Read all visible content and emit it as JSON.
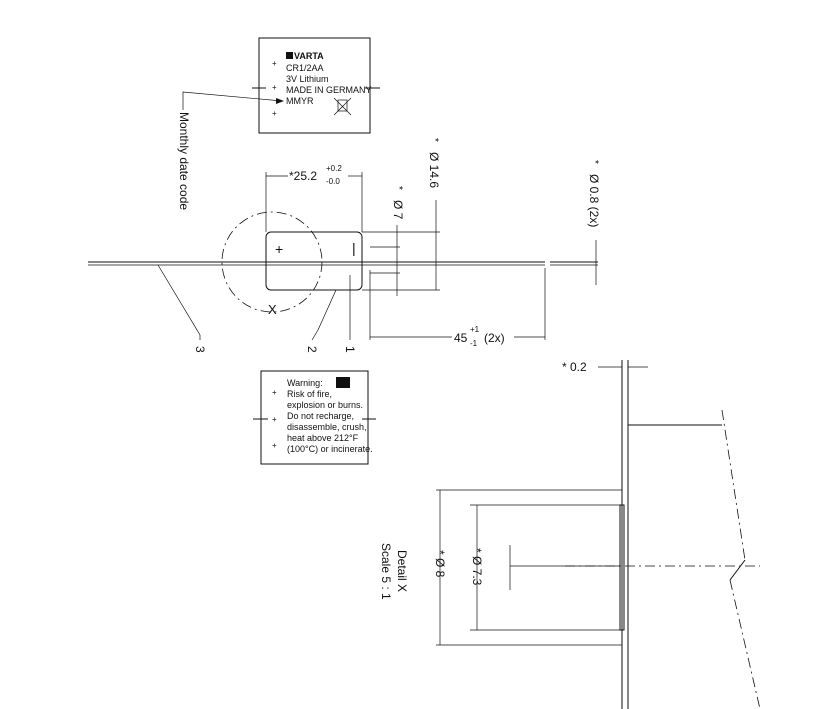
{
  "label_top": {
    "brand": "VARTA",
    "lines": [
      "CR1/2AA",
      "3V Lithium",
      "MADE IN GERMANY",
      "MMYR"
    ]
  },
  "label_bottom": {
    "lines": [
      "Warning:",
      "Risk of fire,",
      "explosion or burns.",
      "Do not recharge,",
      "disassemble, crush,",
      "heat above 212°F",
      "(100°C) or incinerate."
    ]
  },
  "annotations": {
    "date_code": "Monthly date code",
    "length": "*25.2",
    "length_tol_plus": "+0.2",
    "length_tol_minus": "-0.0",
    "dia_7": "Ø 7",
    "dia_14_6": "Ø 14.6",
    "dia_wire": "Ø 0.8 (2x)",
    "lead_length": "45",
    "lead_tol_plus": "+1",
    "lead_tol_minus": "-1",
    "lead_count": "(2x)",
    "star": "*",
    "plus": "+",
    "minus": "|",
    "detail_letter": "X",
    "callouts": [
      "1",
      "2",
      "3"
    ]
  },
  "detail": {
    "title": "Detail X",
    "scale": "Scale 5 : 1",
    "thickness": "* 0.2",
    "dia_8": "* Ø 8",
    "dia_7_3": "* Ø 7.3"
  }
}
